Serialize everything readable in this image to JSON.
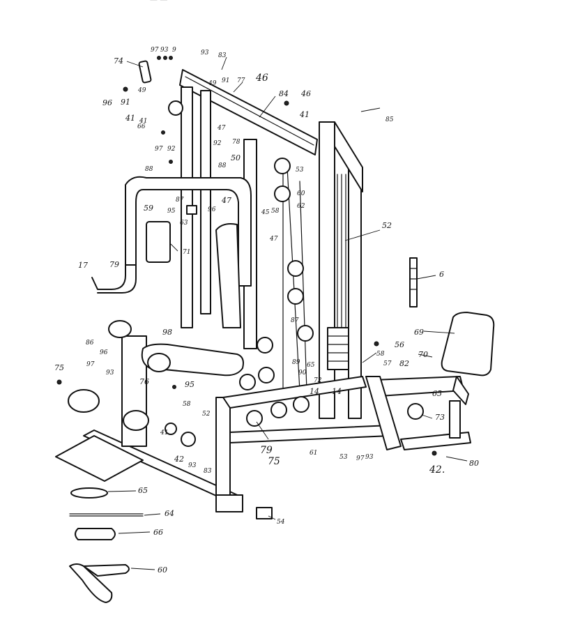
{
  "diagram": {
    "top_cut_text": "— —",
    "labels": [
      {
        "id": "p74",
        "text": "74"
      },
      {
        "id": "p97a",
        "text": "97"
      },
      {
        "id": "p93a",
        "text": "93"
      },
      {
        "id": "p9a",
        "text": "9"
      },
      {
        "id": "p93b",
        "text": "93"
      },
      {
        "id": "p83a",
        "text": "83"
      },
      {
        "id": "p96a",
        "text": "96"
      },
      {
        "id": "p91a",
        "text": "91"
      },
      {
        "id": "p49a",
        "text": "49"
      },
      {
        "id": "p41a",
        "text": "41"
      },
      {
        "id": "p49b",
        "text": "49"
      },
      {
        "id": "p91b",
        "text": "91"
      },
      {
        "id": "p77",
        "text": "77"
      },
      {
        "id": "p46a",
        "text": "46"
      },
      {
        "id": "p84",
        "text": "84"
      },
      {
        "id": "p46b",
        "text": "46"
      },
      {
        "id": "p41b",
        "text": "41"
      },
      {
        "id": "p41c",
        "text": "41"
      },
      {
        "id": "p85",
        "text": "85"
      },
      {
        "id": "p66a",
        "text": "66"
      },
      {
        "id": "p97b",
        "text": "97"
      },
      {
        "id": "p92a",
        "text": "92"
      },
      {
        "id": "p47a",
        "text": "47"
      },
      {
        "id": "p92b",
        "text": "92"
      },
      {
        "id": "p78",
        "text": "78"
      },
      {
        "id": "p50",
        "text": "50"
      },
      {
        "id": "p88a",
        "text": "88"
      },
      {
        "id": "p88b",
        "text": "88"
      },
      {
        "id": "p53a",
        "text": "53"
      },
      {
        "id": "p60a",
        "text": "60"
      },
      {
        "id": "p62",
        "text": "62"
      },
      {
        "id": "p87a",
        "text": "87"
      },
      {
        "id": "p95a",
        "text": "95"
      },
      {
        "id": "p96b",
        "text": "96"
      },
      {
        "id": "p63",
        "text": "63"
      },
      {
        "id": "p47b",
        "text": "47"
      },
      {
        "id": "p45",
        "text": "45"
      },
      {
        "id": "p58",
        "text": "58"
      },
      {
        "id": "p59",
        "text": "59"
      },
      {
        "id": "p47c",
        "text": "47"
      },
      {
        "id": "p52a",
        "text": "52"
      },
      {
        "id": "p71",
        "text": "71"
      },
      {
        "id": "p17",
        "text": "17"
      },
      {
        "id": "p79a",
        "text": "79"
      },
      {
        "id": "p6",
        "text": "6"
      },
      {
        "id": "p87b",
        "text": "87"
      },
      {
        "id": "p98",
        "text": "98"
      },
      {
        "id": "p69",
        "text": "69"
      },
      {
        "id": "p86",
        "text": "86"
      },
      {
        "id": "p96c",
        "text": "96"
      },
      {
        "id": "p56",
        "text": "56"
      },
      {
        "id": "p89",
        "text": "89"
      },
      {
        "id": "p65a",
        "text": "65"
      },
      {
        "id": "p70",
        "text": "70"
      },
      {
        "id": "p58b",
        "text": "58"
      },
      {
        "id": "p57",
        "text": "57"
      },
      {
        "id": "p82",
        "text": "82"
      },
      {
        "id": "p75a",
        "text": "75"
      },
      {
        "id": "p97c",
        "text": "97"
      },
      {
        "id": "p93c",
        "text": "93"
      },
      {
        "id": "p76",
        "text": "76"
      },
      {
        "id": "p95b",
        "text": "95"
      },
      {
        "id": "p90",
        "text": "90"
      },
      {
        "id": "p72",
        "text": "72"
      },
      {
        "id": "p14a",
        "text": "14"
      },
      {
        "id": "p14b",
        "text": "14"
      },
      {
        "id": "p65b",
        "text": "65"
      },
      {
        "id": "p58c",
        "text": "58"
      },
      {
        "id": "p52b",
        "text": "52"
      },
      {
        "id": "p73",
        "text": "73"
      },
      {
        "id": "p41d",
        "text": "41"
      },
      {
        "id": "p42a",
        "text": "42"
      },
      {
        "id": "p93d",
        "text": "93"
      },
      {
        "id": "p83b",
        "text": "83"
      },
      {
        "id": "p79b",
        "text": "79"
      },
      {
        "id": "p75b",
        "text": "75"
      },
      {
        "id": "p61",
        "text": "61"
      },
      {
        "id": "p53b",
        "text": "53"
      },
      {
        "id": "p97d",
        "text": "97"
      },
      {
        "id": "p93e",
        "text": "93"
      },
      {
        "id": "p80",
        "text": "80"
      },
      {
        "id": "p42b",
        "text": "42."
      },
      {
        "id": "p65c",
        "text": "65"
      },
      {
        "id": "p64",
        "text": "64"
      },
      {
        "id": "p66b",
        "text": "66"
      },
      {
        "id": "p54",
        "text": "54"
      },
      {
        "id": "p60b",
        "text": "60"
      }
    ]
  }
}
